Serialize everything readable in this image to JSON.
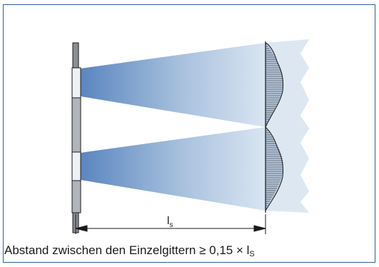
{
  "diagram": {
    "dimension_label": "l",
    "dimension_subscript": "s"
  },
  "caption": {
    "text": "Abstand zwischen den Einzelgittern ≥ 0,15 × l",
    "subscript": "S"
  },
  "colors": {
    "frame": "#2f5f99",
    "beam_dark": "#5b86be",
    "beam_light": "#dfe8f3",
    "profile_fill": "#b7c9de",
    "outline": "#1a1a1a"
  }
}
